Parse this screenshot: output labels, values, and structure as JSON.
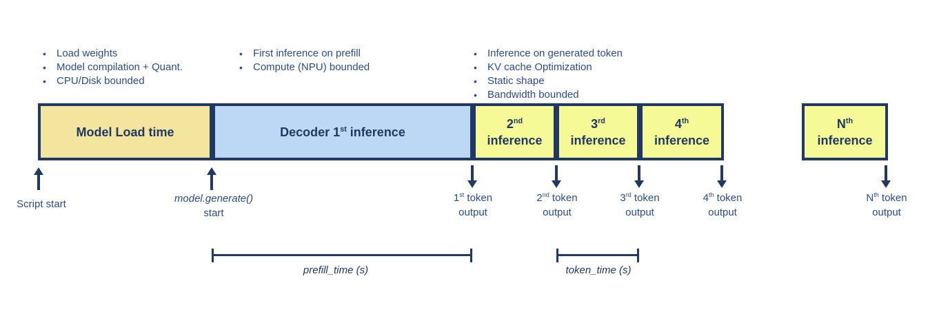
{
  "colors": {
    "navy": "#1F3864",
    "label_text": "#2B4C87",
    "model_load_fill": "#F4E59E",
    "decoder_fill": "#BDD8F4",
    "token_fill": "#F5F996",
    "background": "#FFFFFF"
  },
  "notes": {
    "model_load": [
      "Load weights",
      "Model compilation + Quant.",
      "CPU/Disk bounded"
    ],
    "decoder": [
      "First inference on prefill",
      "Compute (NPU) bounded"
    ],
    "token": [
      "Inference on generated token",
      "KV cache Optimization",
      "Static shape",
      "Bandwidth bounded"
    ]
  },
  "boxes": {
    "model_load": {
      "label": "Model Load time"
    },
    "decoder": {
      "prefix": "Decoder 1",
      "sup": "st",
      "suffix": " inference"
    },
    "second": {
      "num": "2",
      "sup": "nd",
      "word": "inference"
    },
    "third": {
      "num": "3",
      "sup": "rd",
      "word": "inference"
    },
    "fourth": {
      "num": "4",
      "sup": "th",
      "word": "inference"
    },
    "nth": {
      "num": "N",
      "sup": "th",
      "word": "inference"
    }
  },
  "markers": {
    "script_start": {
      "label": "Script start"
    },
    "generate_start": {
      "line1": "model.generate()",
      "line2": "start"
    },
    "token1": {
      "num": "1",
      "sup": "st",
      "rest": " token",
      "line2": "output"
    },
    "token2": {
      "num": "2",
      "sup": "nd",
      "rest": " token",
      "line2": "output"
    },
    "token3": {
      "num": "3",
      "sup": "rd",
      "rest": " token",
      "line2": "output"
    },
    "token4": {
      "num": "4",
      "sup": "th",
      "rest": " token",
      "line2": "output"
    },
    "tokenN": {
      "num": "N",
      "sup": "th",
      "rest": " token",
      "line2": "output"
    }
  },
  "measures": {
    "prefill": {
      "label": "prefill_time (s)"
    },
    "token": {
      "label": "token_time (s)"
    }
  }
}
